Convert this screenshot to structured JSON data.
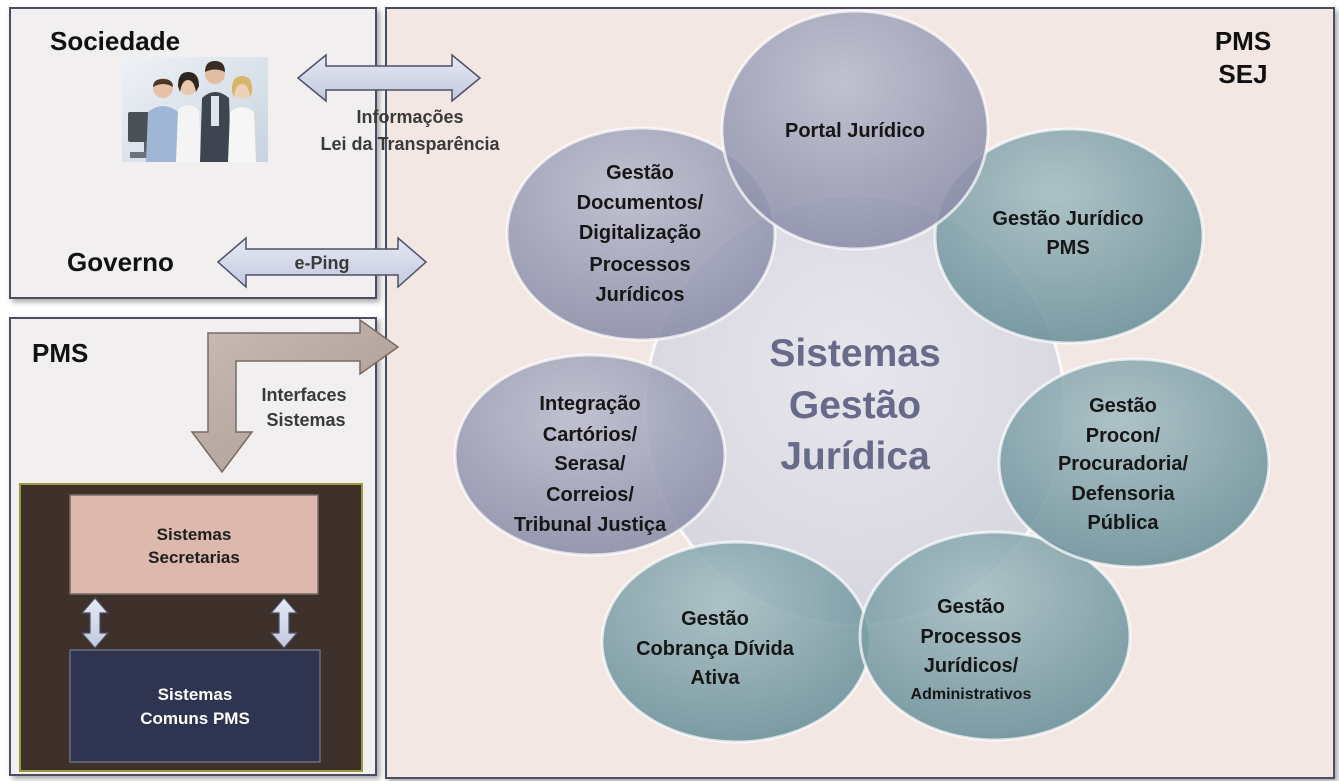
{
  "society_panel": {
    "title": "Sociedade",
    "governo": "Governo"
  },
  "arrows": {
    "info_line1": "Informações",
    "info_line2": "Lei da Transparência",
    "eping": "e-Ping",
    "interfaces_line1": "Interfaces",
    "interfaces_line2": "Sistemas"
  },
  "pms_panel": {
    "title": "PMS",
    "secretarias": [
      "Sistemas",
      "Secretarias"
    ],
    "comuns": [
      "Sistemas",
      "Comuns PMS"
    ]
  },
  "sej_panel": {
    "title_line1": "PMS",
    "title_line2": "SEJ"
  },
  "center": {
    "lines": [
      "Sistemas",
      "Gestão",
      "Jurídica"
    ]
  },
  "modules": [
    {
      "lines": [
        "Portal Jurídico"
      ],
      "color": "#9799b2"
    },
    {
      "lines": [
        "Gestão Jurídico",
        "PMS"
      ],
      "color": "#7b9ca4"
    },
    {
      "lines": [
        "Gestão",
        "Procon/",
        "Procuradoria/",
        "Defensoria",
        "Pública"
      ],
      "color": "#7b9ca4"
    },
    {
      "lines": [
        "Gestão",
        "Processos",
        "Jurídicos/",
        "Administrativos"
      ],
      "color": "#7b9ca4"
    },
    {
      "lines": [
        "Gestão",
        "Cobrança Dívida",
        "Ativa"
      ],
      "color": "#7b9ca4"
    },
    {
      "lines": [
        "Integração",
        "Cartórios/",
        "Serasa/",
        "Correios/",
        "Tribunal Justiça"
      ],
      "color": "#9799b2"
    },
    {
      "lines": [
        "Gestão",
        "Documentos/",
        "Digitalização",
        "Processos",
        "Jurídicos"
      ],
      "color": "#9799b2"
    }
  ],
  "colors": {
    "left_panel_bg": "#f1efef",
    "right_panel_bg": "#f3e7e4",
    "panel_border": "#4a5060",
    "dark_container": "#3e302b",
    "secretarias_box": "#dcb8ad",
    "comuns_box": "#2f3450",
    "double_arrow": "#d5d9ea",
    "bent_arrow": "#b8a9a2",
    "center_text": "#676a88"
  }
}
